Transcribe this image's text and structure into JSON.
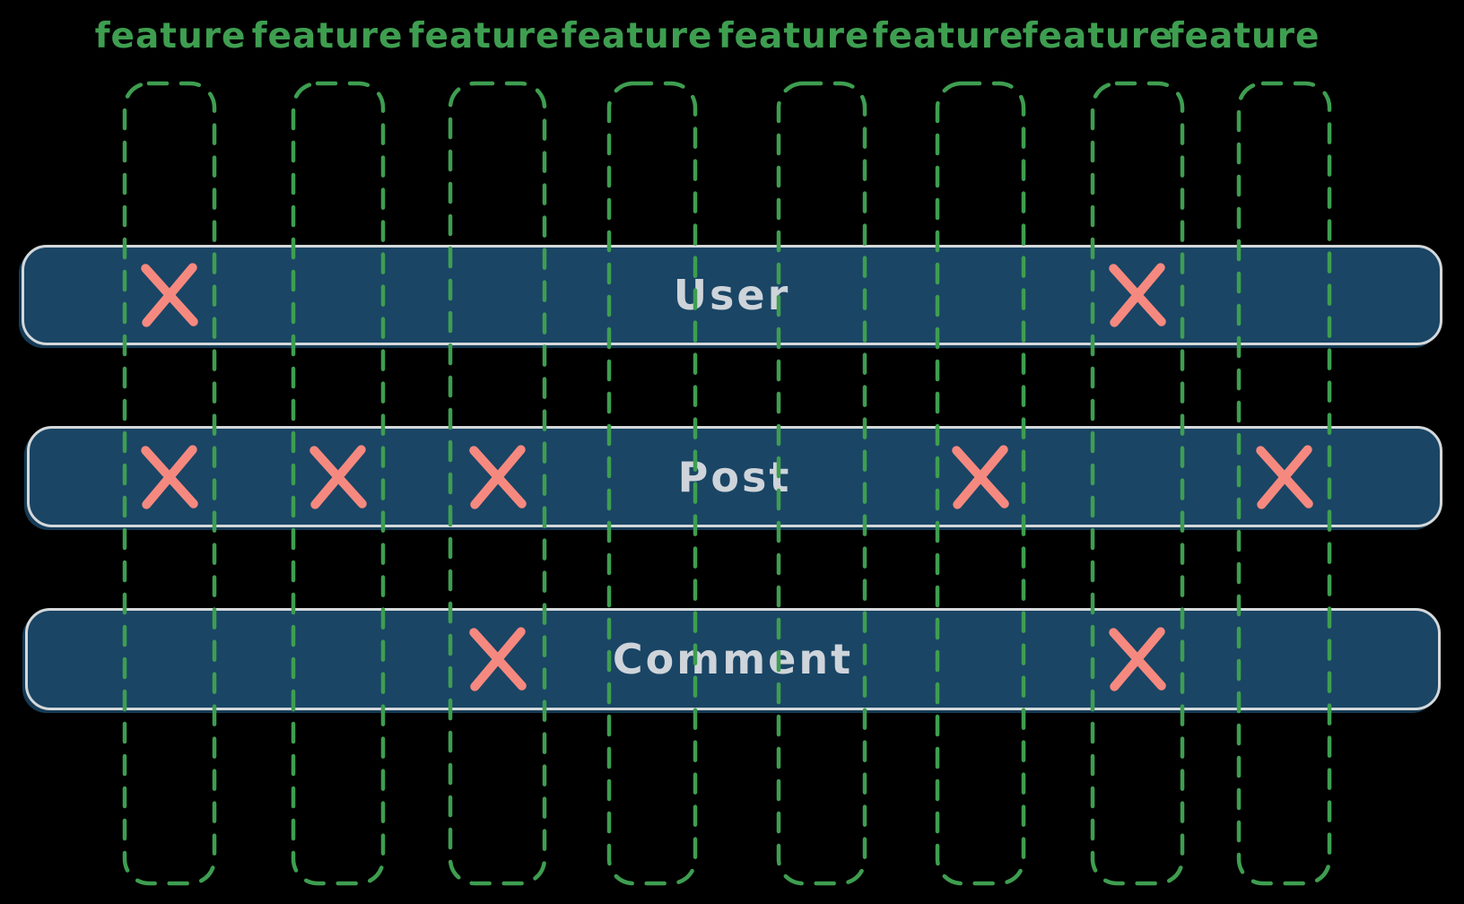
{
  "diagram": {
    "feature_labels": [
      "feature",
      "feature",
      "feature",
      "feature",
      "feature",
      "feature",
      "feature",
      "feature"
    ],
    "entities": [
      {
        "name": "User",
        "marked_features": [
          1,
          7
        ]
      },
      {
        "name": "Post",
        "marked_features": [
          1,
          2,
          3,
          6,
          8
        ]
      },
      {
        "name": "Comment",
        "marked_features": [
          3,
          7
        ]
      }
    ],
    "mark_symbol": "x-cross",
    "colors": {
      "background": "#000000",
      "green": "#3e9e50",
      "row_fill": "#1a4565",
      "row_border": "#d4d8da",
      "row_text": "#ced4da",
      "mark": "#f6897f"
    }
  }
}
